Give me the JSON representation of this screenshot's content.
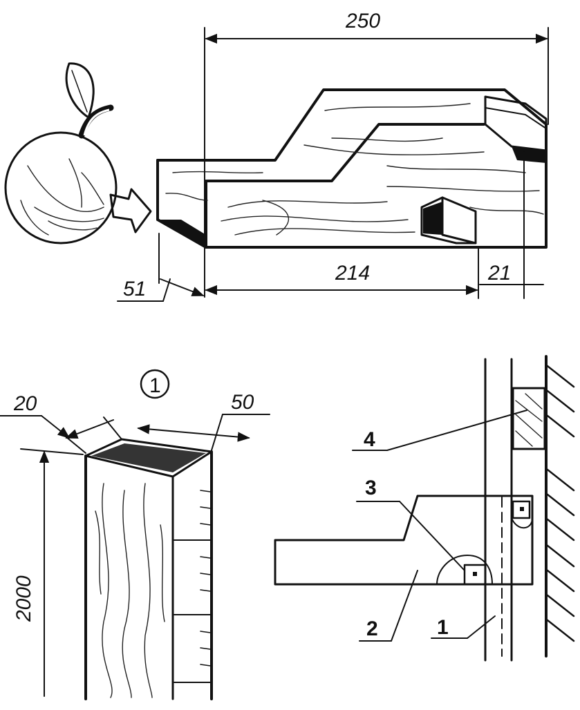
{
  "top_drawing": {
    "dim_overall": "250",
    "dim_slot": "214",
    "dim_end": "21",
    "dim_depth": "51"
  },
  "post_drawing": {
    "figure_number": "1",
    "dim_thickness": "20",
    "dim_width": "50",
    "dim_height": "2000"
  },
  "section_drawing": {
    "callouts": [
      "1",
      "2",
      "3",
      "4"
    ]
  },
  "colors": {
    "ink": "#111111",
    "paper": "#ffffff"
  }
}
